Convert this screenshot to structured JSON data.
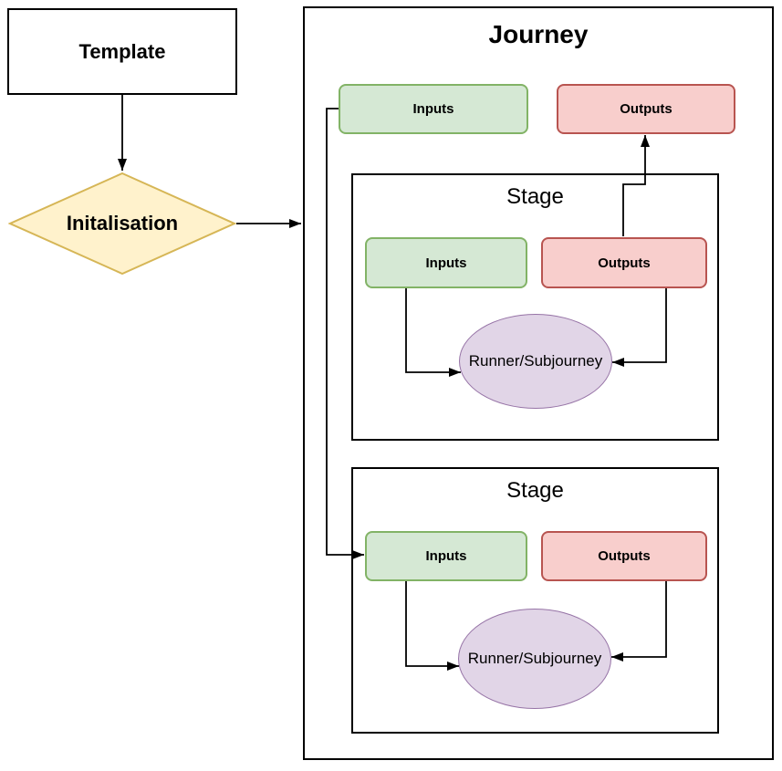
{
  "nodes": {
    "template": "Template",
    "initialisation": "Initalisation",
    "journey": "Journey",
    "journey_inputs": "Inputs",
    "journey_outputs": "Outputs",
    "stage1_title": "Stage",
    "stage1_inputs": "Inputs",
    "stage1_outputs": "Outputs",
    "stage1_runner": "Runner/Subjourney",
    "stage2_title": "Stage",
    "stage2_inputs": "Inputs",
    "stage2_outputs": "Outputs",
    "stage2_runner": "Runner/Subjourney"
  },
  "colors": {
    "green_fill": "#D5E8D4",
    "green_border": "#82B366",
    "red_fill": "#F8CECC",
    "red_border": "#B85450",
    "purple_fill": "#E1D5E7",
    "purple_border": "#9673A6",
    "yellow_fill": "#FFF2CC",
    "yellow_border": "#D6B656",
    "line": "#000000",
    "background": "#FFFFFF"
  }
}
